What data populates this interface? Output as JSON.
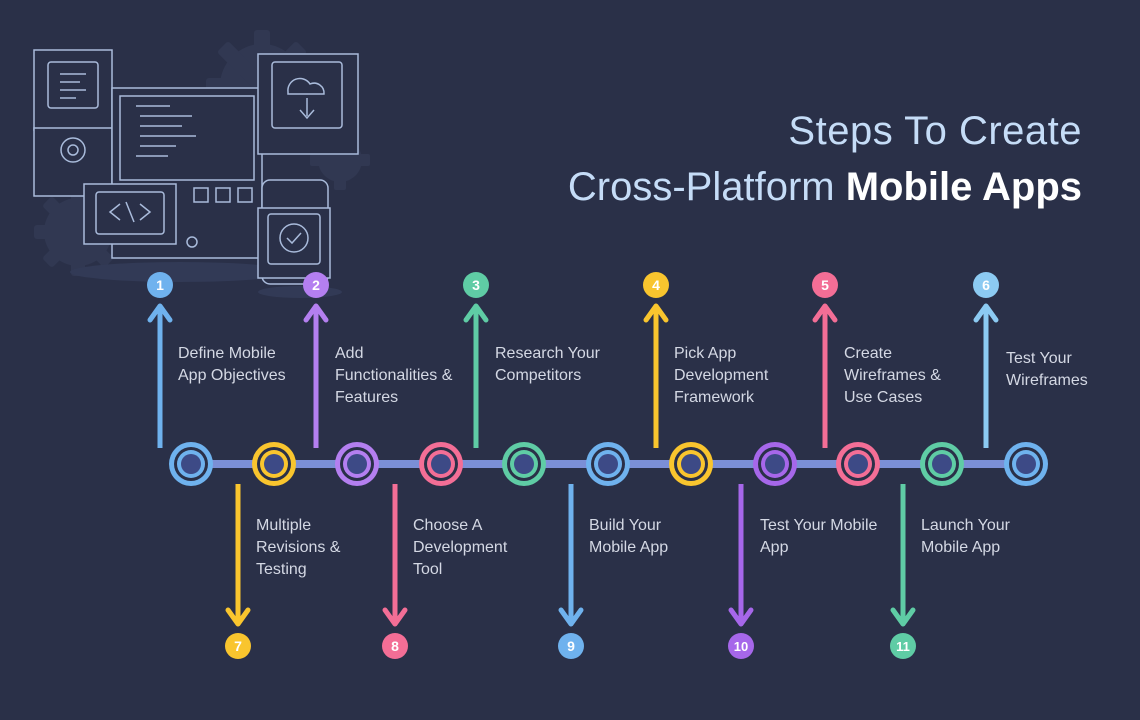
{
  "title": {
    "line1": "Steps To Create",
    "line2_regular": "Cross-Platform ",
    "line2_bold": "Mobile Apps"
  },
  "colors": {
    "background": "#2a3048",
    "line": "#7b8fd6",
    "blue": "#6fb2ee",
    "purple": "#b47ff0",
    "green": "#5fcca5",
    "yellow": "#f9c52e",
    "pink": "#f36e96",
    "lightblue": "#8ccaf2",
    "violet": "#a667ea"
  },
  "steps_top": [
    {
      "number": "1",
      "label": "Define Mobile App Objectives",
      "color": "#6fb2ee"
    },
    {
      "number": "2",
      "label": "Add Functionalities & Features",
      "color": "#b47ff0"
    },
    {
      "number": "3",
      "label": "Research Your Competitors",
      "color": "#5fcca5"
    },
    {
      "number": "4",
      "label": "Pick App Development Framework",
      "color": "#f9c52e"
    },
    {
      "number": "5",
      "label": "Create Wireframes & Use Cases",
      "color": "#f36e96"
    },
    {
      "number": "6",
      "label": "Test Your Wireframes",
      "color": "#8ccaf2"
    }
  ],
  "steps_bottom": [
    {
      "number": "7",
      "label": "Multiple Revisions & Testing",
      "color": "#f9c52e"
    },
    {
      "number": "8",
      "label": "Choose A Development Tool",
      "color": "#f36e96"
    },
    {
      "number": "9",
      "label": "Build Your Mobile App",
      "color": "#6fb2ee"
    },
    {
      "number": "10",
      "label": "Test Your Mobile App",
      "color": "#a667ea"
    },
    {
      "number": "11",
      "label": "Launch Your Mobile App",
      "color": "#5fcca5"
    }
  ],
  "nodes": [
    "#6fb2ee",
    "#f9c52e",
    "#b47ff0",
    "#f36e96",
    "#5fcca5",
    "#6fb2ee",
    "#f9c52e",
    "#a667ea",
    "#f36e96",
    "#5fcca5",
    "#6fb2ee"
  ]
}
